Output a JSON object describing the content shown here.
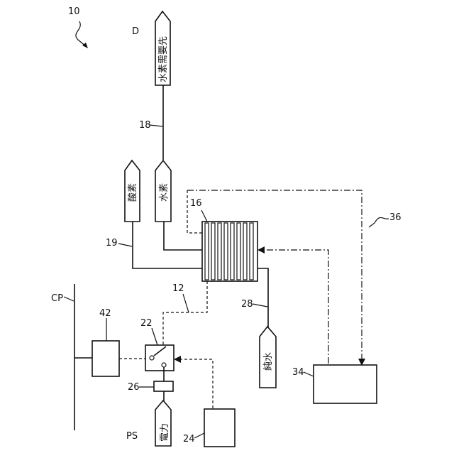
{
  "labels": {
    "system": "10",
    "demand_ref": "D",
    "demand": "水素需要先",
    "line_18": "18",
    "oxygen": "酸素",
    "hydrogen": "水素",
    "stack_ref": "16",
    "line_19": "19",
    "line_12": "12",
    "line_28": "28",
    "pure_water": "純水",
    "dashdot_ref": "36",
    "cp": "CP",
    "box_42": "42",
    "box_22": "22",
    "box_26": "26",
    "ps": "PS",
    "power": "電力",
    "box_24": "24",
    "box_34": "34"
  }
}
